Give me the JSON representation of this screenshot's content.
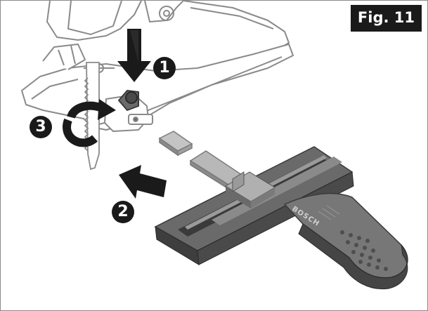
{
  "figure": {
    "label": "Fig. 11"
  },
  "steps": [
    {
      "number": "1"
    },
    {
      "number": "2"
    },
    {
      "number": "3"
    }
  ],
  "tool": {
    "brand_text": "BOSCH"
  },
  "colors": {
    "ink": "#1a1a1a",
    "tool_dark": "#3b3b3b",
    "tool_mid": "#5a5a5a",
    "tool_light": "#8c8c8c",
    "line_art": "#9a9a9a",
    "paper": "#ffffff"
  }
}
